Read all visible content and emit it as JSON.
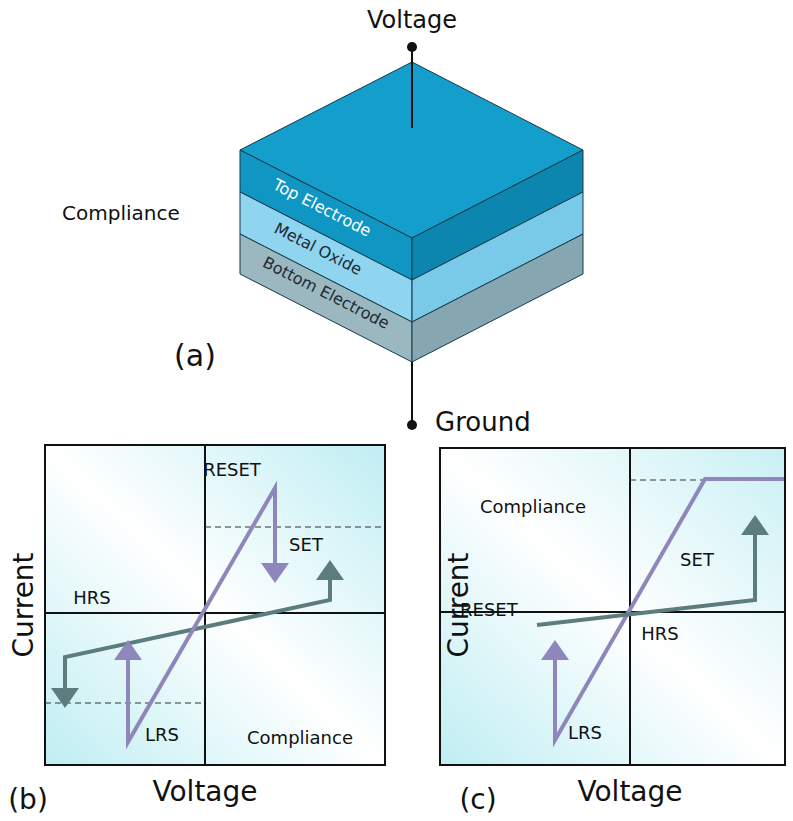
{
  "diagram": {
    "labels": [
      "Voltage",
      "Top Electrode",
      "Metal Oxide",
      "Bottom Electrode",
      "Compliance",
      "(a)",
      "Ground",
      "RESET",
      "SET",
      "HRS",
      "Compliance",
      "LRS",
      "Current",
      "Voltage",
      "(b)",
      "Compliance",
      "SET",
      "HRS",
      "RESET",
      "LRS",
      "Current",
      "Voltage",
      "(c)"
    ]
  }
}
